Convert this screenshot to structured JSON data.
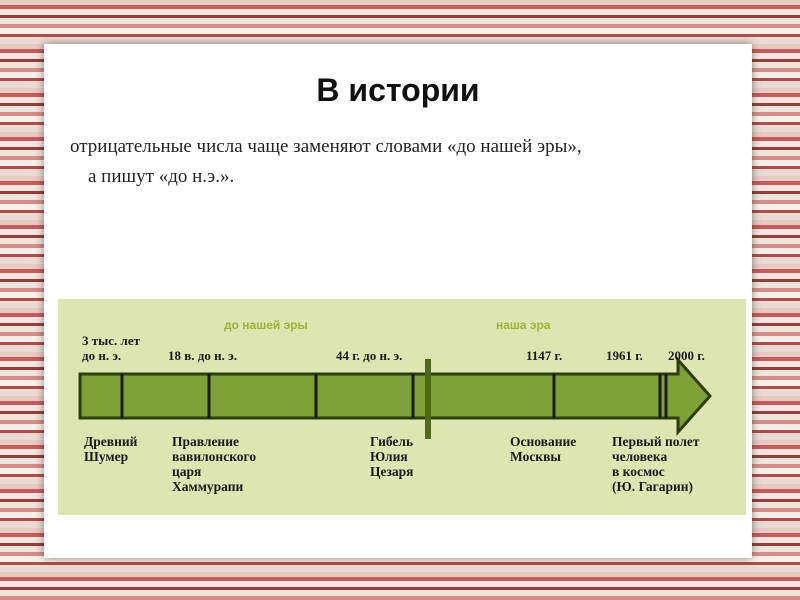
{
  "slide": {
    "title": "В истории",
    "text_line1": "отрицательные числа чаще заменяют словами «до нашей эры»,",
    "text_line2": "а пишут «до н.э.»."
  },
  "timeline": {
    "era_before": "до нашей эры",
    "era_ours": "наша эра",
    "dates": {
      "sumer": [
        "3 тыс. лет",
        "до н. э."
      ],
      "hammurabi": "18 в. до н. э.",
      "caesar": "44 г. до н. э.",
      "moscow": "1147 г.",
      "gagarin": "1961 г.",
      "y2000": "2000 г."
    },
    "events": {
      "sumer": [
        "Древний",
        "Шумер"
      ],
      "hammurabi": [
        "Правление",
        "вавилонского",
        "царя",
        "Хаммурапи"
      ],
      "caesar": [
        "Гибель",
        "Юлия",
        "Цезаря"
      ],
      "moscow": [
        "Основание",
        "Москвы"
      ],
      "gagarin": [
        "Первый полет",
        "человека",
        "в космос",
        "(Ю. Гагарин)"
      ]
    },
    "colors": {
      "bar": "#7ea034",
      "bar_dark": "#4d6a17",
      "panel": "#dde6b0",
      "era_label": "#9cb23a"
    }
  }
}
